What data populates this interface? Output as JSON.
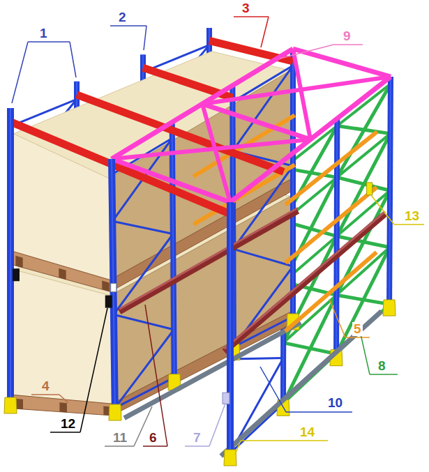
{
  "diagram": {
    "labels": [
      "3",
      "2",
      "1",
      "9",
      "13",
      "5",
      "8",
      "4",
      "10",
      "12",
      "14",
      "11",
      "6",
      "7"
    ]
  }
}
